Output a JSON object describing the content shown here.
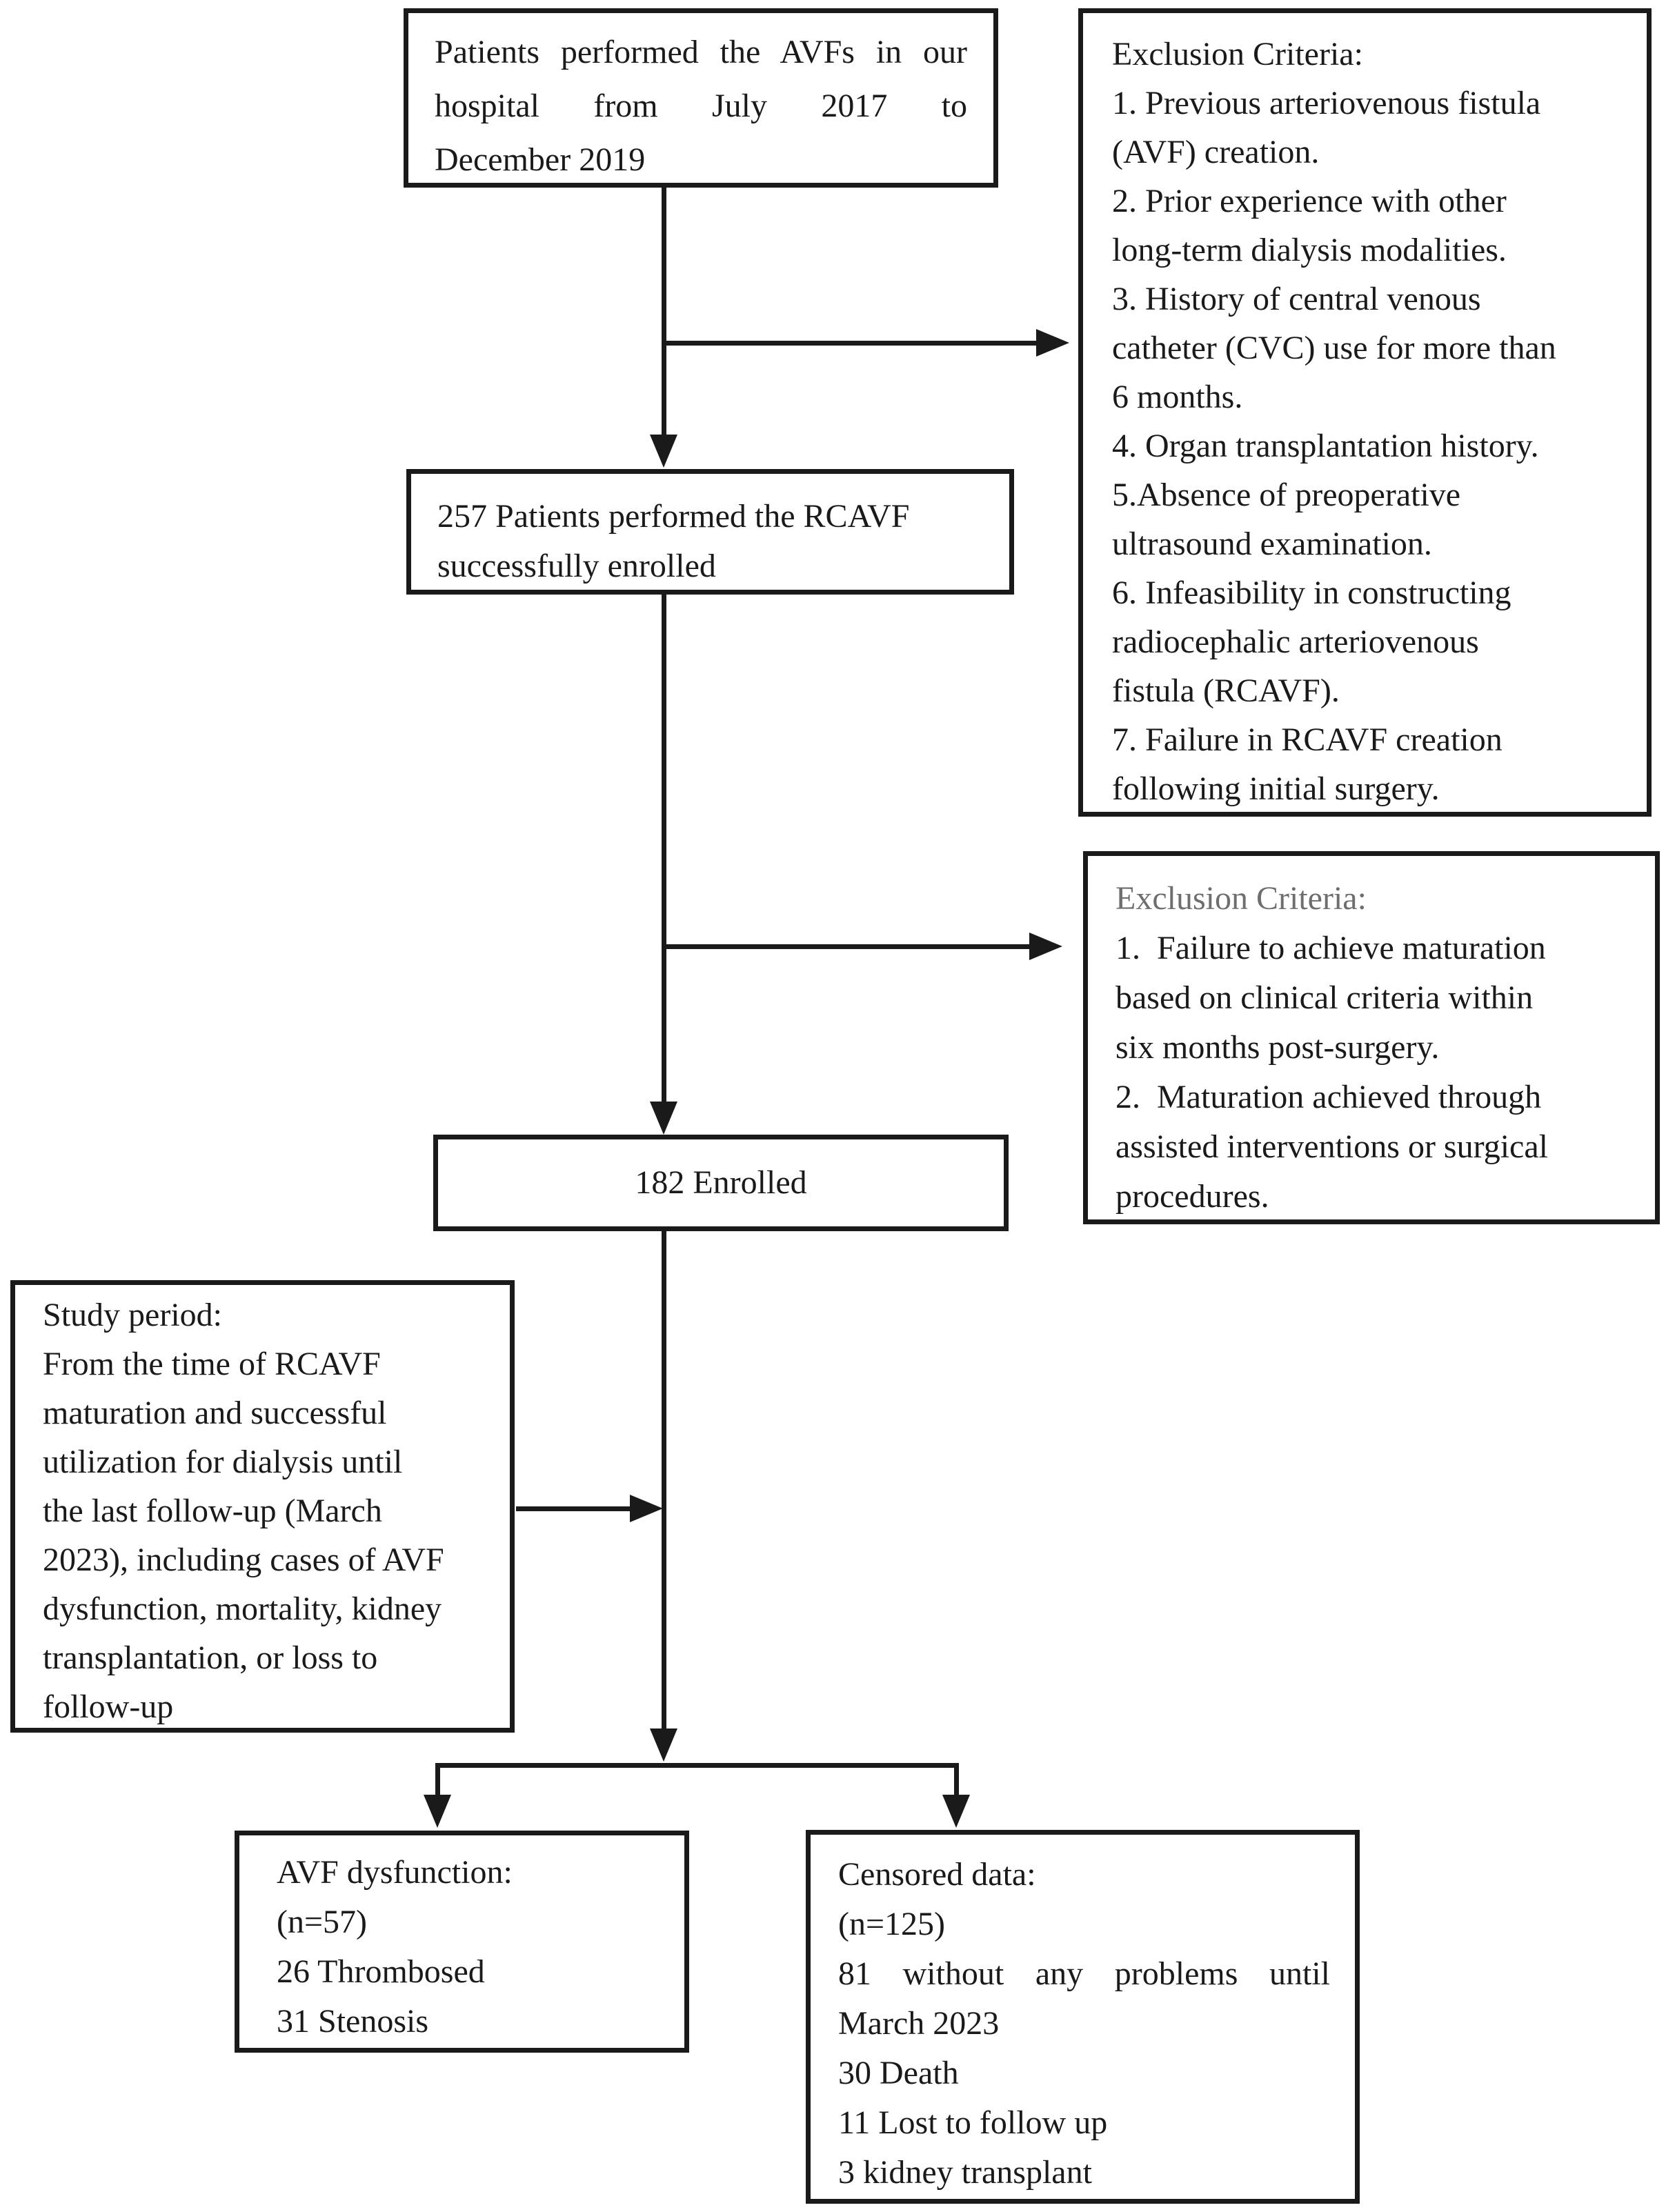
{
  "figure": {
    "type": "patient-flow-diagram",
    "colors": {
      "line": "#1a1a1a",
      "muted_header": "#6e6e6e",
      "background": "#ffffff"
    }
  },
  "boxes": {
    "patients": {
      "lines": [
        "Patients performed the AVFs in our",
        "hospital from July 2017 to",
        "December 2019"
      ]
    },
    "exclusion1": {
      "header": "Exclusion Criteria:",
      "lines": [
        "1. Previous arteriovenous fistula",
        "(AVF) creation.",
        "2. Prior experience with other",
        "long-term dialysis modalities.",
        "3. History of central venous",
        "catheter (CVC) use for more than",
        "6 months.",
        "4. Organ transplantation history.",
        "5.Absence of preoperative",
        "ultrasound examination.",
        "6. Infeasibility in constructing",
        "radiocephalic arteriovenous",
        "fistula (RCAVF).",
        "7. Failure in RCAVF creation",
        "following initial surgery."
      ]
    },
    "rcavf257": {
      "lines": [
        "257 Patients performed the RCAVF",
        "successfully enrolled"
      ]
    },
    "exclusion2": {
      "header": "Exclusion Criteria:",
      "lines": [
        "1.  Failure to achieve maturation",
        "based on clinical criteria within",
        "six months post-surgery.",
        "2.  Maturation achieved through",
        "assisted interventions or surgical",
        "procedures."
      ]
    },
    "enrolled182": {
      "label": "182 Enrolled"
    },
    "study_period": {
      "lines": [
        "Study period:",
        "From the time of RCAVF",
        "maturation and successful",
        "utilization for dialysis until",
        "the last follow-up (March",
        "2023), including cases of AVF",
        "dysfunction, mortality, kidney",
        "transplantation, or loss to",
        "follow-up"
      ]
    },
    "avf_dysfunction": {
      "lines": [
        "AVF dysfunction:",
        "(n=57)",
        "26 Thrombosed",
        "31 Stenosis"
      ]
    },
    "censored": {
      "lines": [
        "Censored data:",
        "(n=125)",
        "81 without any problems until",
        "March 2023",
        "30 Death",
        "11 Lost to follow up",
        "3 kidney transplant"
      ]
    }
  }
}
